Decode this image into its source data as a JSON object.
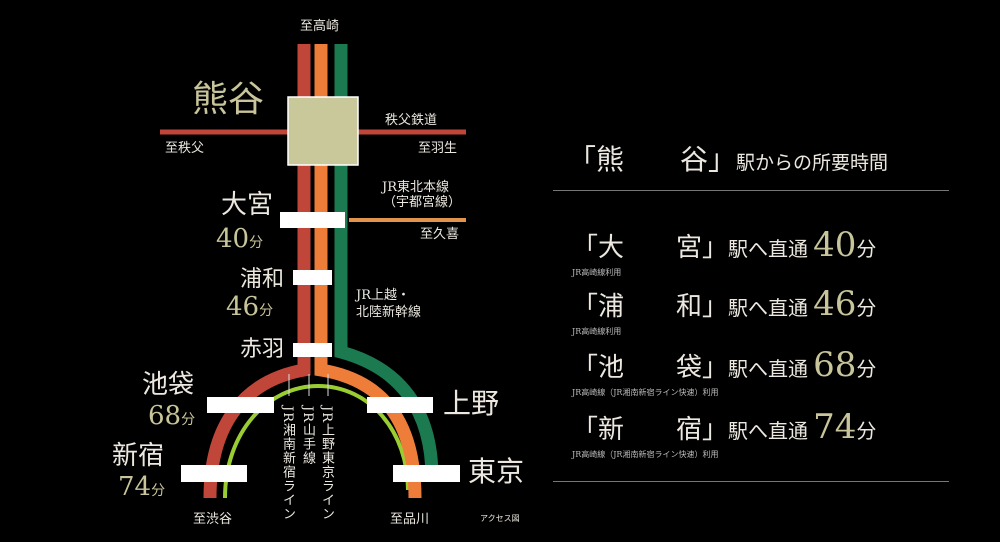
{
  "diagram": {
    "origin": {
      "name": "熊谷"
    },
    "directions": {
      "takasaki": "至高崎",
      "chichibu": "至秩父",
      "hanyu": "至羽生",
      "kuki": "至久喜",
      "shibuya": "至渋谷",
      "shinagawa": "至品川"
    },
    "lines": {
      "chichibu_railway": "秩父鉄道",
      "tohoku_1": "JR東北本線",
      "tohoku_2": "（宇都宮線）",
      "shinkansen_1": "JR上越・",
      "shinkansen_2": "北陸新幹線",
      "shonan": "JR湘南新宿ライン",
      "yamanote": "JR山手線",
      "ueno_tokyo": "JR上野東京ライン"
    },
    "stations": [
      {
        "name": "大宮",
        "minutes": "40",
        "unit": "分"
      },
      {
        "name": "浦和",
        "minutes": "46",
        "unit": "分"
      },
      {
        "name": "赤羽"
      },
      {
        "name": "池袋",
        "minutes": "68",
        "unit": "分"
      },
      {
        "name": "新宿",
        "minutes": "74",
        "unit": "分"
      },
      {
        "name": "上野"
      },
      {
        "name": "東京"
      }
    ],
    "caption": "アクセス図",
    "colors": {
      "takasaki": "#c0463a",
      "ueno_tokyo": "#ef7d3a",
      "shinkansen": "#1c7a50",
      "yamanote": "#9acd32",
      "tohoku": "#e0954a",
      "origin_box": "#c8c89a"
    }
  },
  "panel": {
    "title_open": "「熊　　谷」",
    "title_rest": "駅からの所要時間",
    "rows": [
      {
        "station": "「大　　宮」",
        "suffix": "駅へ直通",
        "minutes": "40",
        "unit": "分",
        "note": "JR高崎線利用"
      },
      {
        "station": "「浦　　和」",
        "suffix": "駅へ直通",
        "minutes": "46",
        "unit": "分",
        "note": "JR高崎線利用"
      },
      {
        "station": "「池　　袋」",
        "suffix": "駅へ直通",
        "minutes": "68",
        "unit": "分",
        "note": "JR高崎線（JR湘南新宿ライン快速）利用"
      },
      {
        "station": "「新　　宿」",
        "suffix": "駅へ直通",
        "minutes": "74",
        "unit": "分",
        "note": "JR高崎線（JR湘南新宿ライン快速）利用"
      }
    ]
  }
}
